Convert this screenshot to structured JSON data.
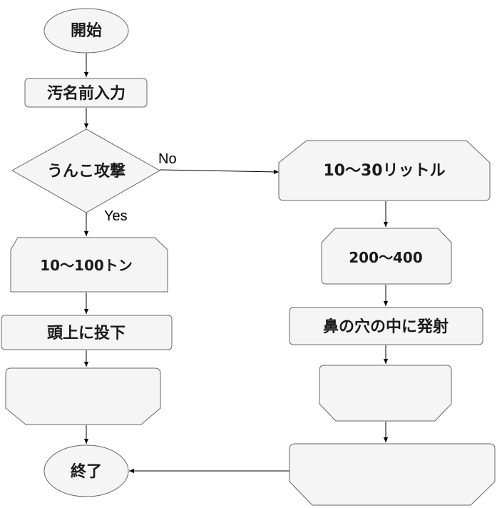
{
  "nodes": {
    "start": "開始",
    "input_name": "汚名前入力",
    "decision": "うんこ攻撃",
    "left_amount": "10～100トン",
    "drop_on_head": "頭上に投下",
    "left_blank": "",
    "end": "終了",
    "right_amount": "10～30リットル",
    "right_range": "200～400",
    "fire_nose": "鼻の穴の中に発射",
    "right_blank_1": "",
    "right_blank_2": ""
  },
  "edges": {
    "no_label": "No",
    "yes_label": "Yes"
  },
  "colors": {
    "node_fill": "#f5f5f5",
    "node_stroke": "#666666",
    "text": "#1a1a1a",
    "edge": "#000000"
  }
}
